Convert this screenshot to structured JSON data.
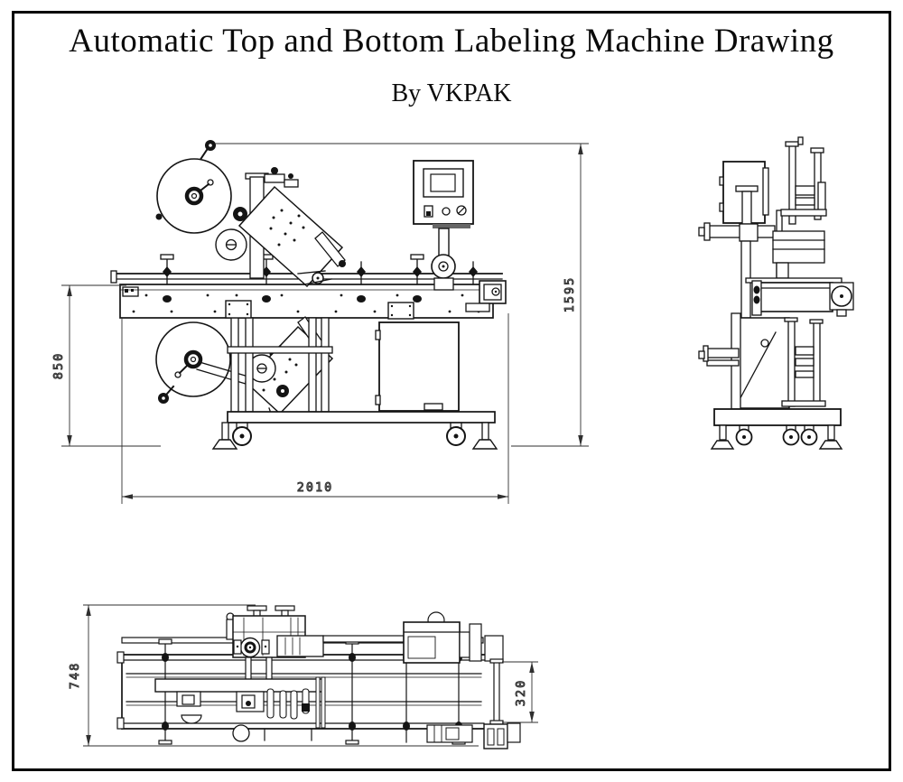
{
  "title": "Automatic Top and Bottom Labeling Machine Drawing",
  "subtitle": "By VKPAK",
  "dimensions": {
    "front_view": {
      "conveyor_height": "850",
      "overall_height": "1595",
      "overall_length": "2010"
    },
    "plan_view": {
      "overall_width": "748",
      "belt_width": "320"
    }
  },
  "colors": {
    "machine_line": "#141414",
    "dimension_line": "#2f2f2f",
    "dimension_text": "#8a8a8a",
    "background": "#ffffff",
    "border": "#000000"
  }
}
